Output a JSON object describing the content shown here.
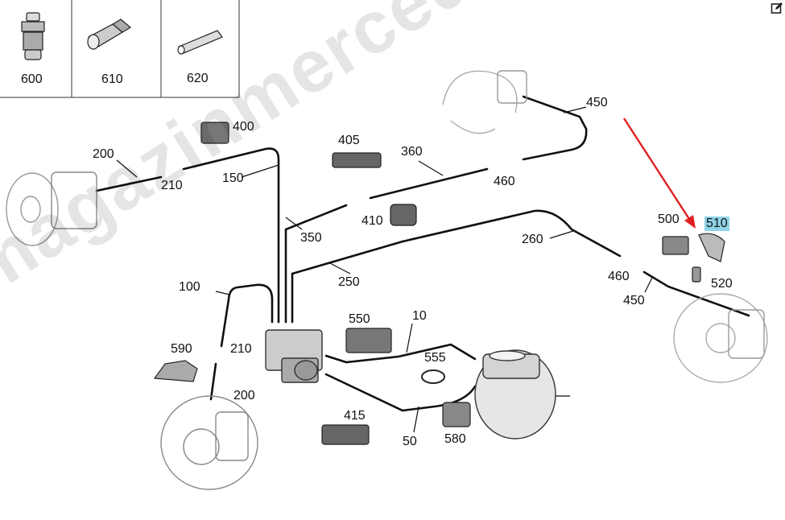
{
  "inset": {
    "items": [
      {
        "label": "600",
        "icon": "nut-icon"
      },
      {
        "label": "610",
        "icon": "coupling-icon"
      },
      {
        "label": "620",
        "icon": "sleeve-icon"
      }
    ]
  },
  "watermark": "magazinmercedes.ru",
  "callouts": {
    "p200a": "200",
    "p210a": "210",
    "p150": "150",
    "p400": "400",
    "p405": "405",
    "p360": "360",
    "p460a": "460",
    "p450a": "450",
    "p410": "410",
    "p350": "350",
    "p250": "250",
    "p260": "260",
    "p500": "500",
    "p510": "510",
    "p520": "520",
    "p460b": "460",
    "p450b": "450",
    "p100": "100",
    "p590": "590",
    "p210b": "210",
    "p200b": "200",
    "p550": "550",
    "p10": "10",
    "p555": "555",
    "p415": "415",
    "p50": "50",
    "p580": "580"
  },
  "highlight": {
    "part": "510",
    "color": "#8fd3e8"
  },
  "arrow": {
    "color": "#e02020",
    "target": "510"
  },
  "line_color": "#111111"
}
